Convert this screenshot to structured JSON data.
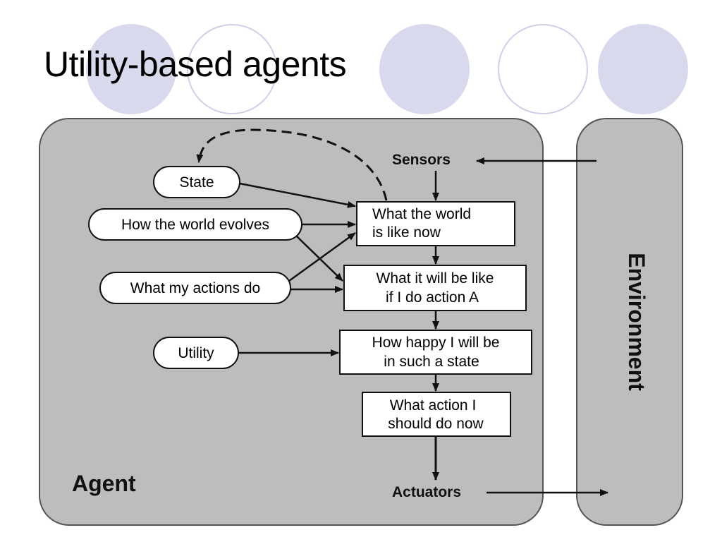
{
  "slide": {
    "title": "Utility-based agents"
  },
  "diagram": {
    "agent_label": "Agent",
    "environment_label": "Environment",
    "sensors_label": "Sensors",
    "actuators_label": "Actuators",
    "ovals": {
      "state": "State",
      "world_evolves": "How the world evolves",
      "actions_do": "What my actions do",
      "utility": "Utility"
    },
    "boxes": {
      "world_now": [
        "What the world",
        "is like now"
      ],
      "if_action": [
        "What it will be like",
        "if I do action A"
      ],
      "how_happy": [
        "How happy I will be",
        "in such a state"
      ],
      "what_action": [
        "What action I",
        "should do now"
      ]
    }
  },
  "colors": {
    "panel_fill": "#bdbdbd",
    "panel_stroke": "#555555",
    "decor_circle": "#d9d9ee"
  }
}
